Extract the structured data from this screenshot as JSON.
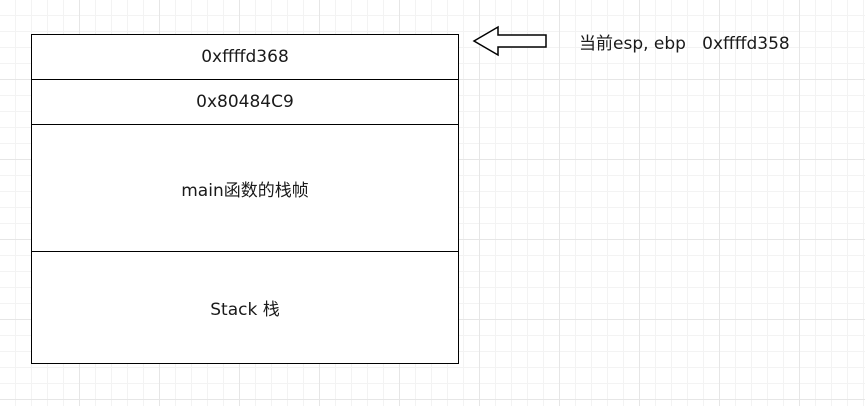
{
  "stack_frames": [
    {
      "label": "0xffffd368"
    },
    {
      "label": "0x80484C9"
    },
    {
      "label": "main函数的栈帧"
    },
    {
      "label": "Stack  栈"
    }
  ],
  "pointer_annotation": "当前esp, ebp   0xffffd358"
}
